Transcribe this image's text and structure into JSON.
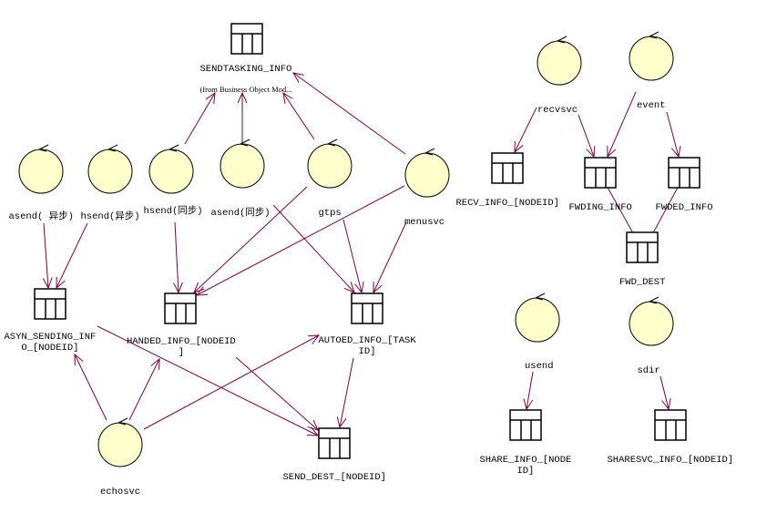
{
  "diagram": {
    "type": "uml-class-diagram",
    "colors": {
      "control_fill": "#ffffcc",
      "control_stroke": "#000000",
      "entity_stroke": "#000000",
      "edge": "#800040",
      "background": "#ffffff"
    },
    "controls": [
      {
        "id": "asend_async",
        "label": "asend( 异步)"
      },
      {
        "id": "hsend_async",
        "label": "hsend(异步)"
      },
      {
        "id": "hsend_sync",
        "label": "hsend(同步)"
      },
      {
        "id": "asend_sync",
        "label": "asend(同步)"
      },
      {
        "id": "gtps",
        "label": "gtps"
      },
      {
        "id": "menusvc",
        "label": "menusvc"
      },
      {
        "id": "echosvc",
        "label": "echosvc"
      },
      {
        "id": "recvsvc",
        "label": "recvsvc"
      },
      {
        "id": "event",
        "label": "event"
      },
      {
        "id": "usend",
        "label": "usend"
      },
      {
        "id": "sdir",
        "label": "sdir"
      }
    ],
    "entities": [
      {
        "id": "sendtasking",
        "label": "SENDTASKING_INFO",
        "sublabel": "(from Business Object Mod..."
      },
      {
        "id": "asyn_sending",
        "label": "ASYN_SENDING_INF\nO_[NODEID]"
      },
      {
        "id": "handed",
        "label": "HANDED_INFO_[NODEID\n]"
      },
      {
        "id": "autoed",
        "label": "AUTOED_INFO_[TASK\nID]"
      },
      {
        "id": "send_dest",
        "label": "SEND_DEST_[NODEID]"
      },
      {
        "id": "recv_info",
        "label": "RECV_INFO_[NODEID]"
      },
      {
        "id": "fwding",
        "label": "FWDING_INFO"
      },
      {
        "id": "fwded",
        "label": "FWDED_INFO"
      },
      {
        "id": "fwd_dest",
        "label": "FWD_DEST"
      },
      {
        "id": "share_info",
        "label": "SHARE_INFO_[NODE\nID]"
      },
      {
        "id": "sharesvc_info",
        "label": "SHARESVC_INFO_[NODEID]"
      }
    ],
    "edges": [
      {
        "from": "hsend_sync",
        "to": "sendtasking"
      },
      {
        "from": "asend_sync",
        "to": "sendtasking"
      },
      {
        "from": "gtps",
        "to": "sendtasking"
      },
      {
        "from": "menusvc",
        "to": "sendtasking"
      },
      {
        "from": "asend_async",
        "to": "asyn_sending"
      },
      {
        "from": "hsend_async",
        "to": "asyn_sending"
      },
      {
        "from": "hsend_sync",
        "to": "handed"
      },
      {
        "from": "gtps",
        "to": "handed"
      },
      {
        "from": "menusvc",
        "to": "handed"
      },
      {
        "from": "asend_sync",
        "to": "autoed"
      },
      {
        "from": "gtps",
        "to": "autoed"
      },
      {
        "from": "menusvc",
        "to": "autoed"
      },
      {
        "from": "asyn_sending",
        "to": "send_dest"
      },
      {
        "from": "handed",
        "to": "send_dest"
      },
      {
        "from": "autoed",
        "to": "send_dest"
      },
      {
        "from": "echosvc",
        "to": "asyn_sending"
      },
      {
        "from": "echosvc",
        "to": "handed"
      },
      {
        "from": "echosvc",
        "to": "autoed"
      },
      {
        "from": "recvsvc",
        "to": "recv_info"
      },
      {
        "from": "recvsvc",
        "to": "fwding"
      },
      {
        "from": "event",
        "to": "fwding"
      },
      {
        "from": "event",
        "to": "fwded"
      },
      {
        "from": "fwding",
        "to": "fwd_dest"
      },
      {
        "from": "fwded",
        "to": "fwd_dest"
      },
      {
        "from": "usend",
        "to": "share_info"
      },
      {
        "from": "sdir",
        "to": "sharesvc_info"
      }
    ]
  }
}
